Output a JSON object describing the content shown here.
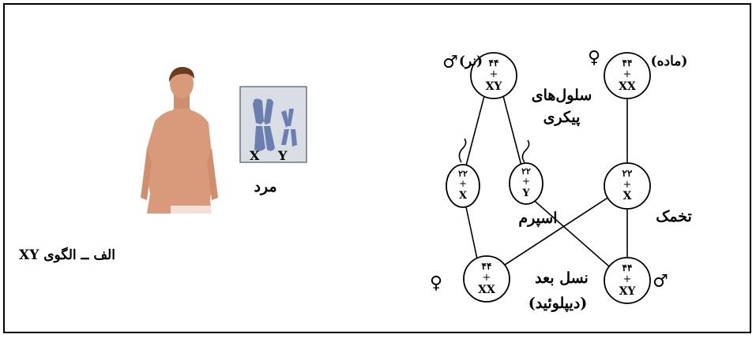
{
  "caption": "الف ــ الگوی XY",
  "man_label": "مرد",
  "chromosome_letters": [
    "X",
    "Y"
  ],
  "left_figure": {
    "skin": "#d89a7a",
    "hair": "#6b3a1f",
    "karyotype_bg": "#d9dde6",
    "chromosome_color": "#6a7fb0"
  },
  "diagram": {
    "male_parent": {
      "top": "۴۴",
      "mid": "+",
      "bottom": "XY",
      "label": "(نر)",
      "symbol": "♂"
    },
    "female_parent": {
      "top": "۴۴",
      "mid": "+",
      "bottom": "XX",
      "label": "(ماده)",
      "symbol": "♀"
    },
    "somatic_label_line1": "سلول‌های",
    "somatic_label_line2": "پیکری",
    "sperm_x": {
      "top": "۲۲",
      "mid": "+",
      "bottom": "X"
    },
    "sperm_y": {
      "top": "۲۲",
      "mid": "+",
      "bottom": "Y"
    },
    "egg": {
      "top": "۲۲",
      "mid": "+",
      "bottom": "X"
    },
    "sperm_label": "اسپرم",
    "egg_label": "تخمک",
    "offspring_female": {
      "top": "۴۴",
      "mid": "+",
      "bottom": "XX",
      "symbol": "♀"
    },
    "offspring_male": {
      "top": "۴۴",
      "mid": "+",
      "bottom": "XY",
      "symbol": "♂"
    },
    "offspring_label_line1": "نسل بعد",
    "offspring_label_line2": "(دیپلوئید)"
  }
}
